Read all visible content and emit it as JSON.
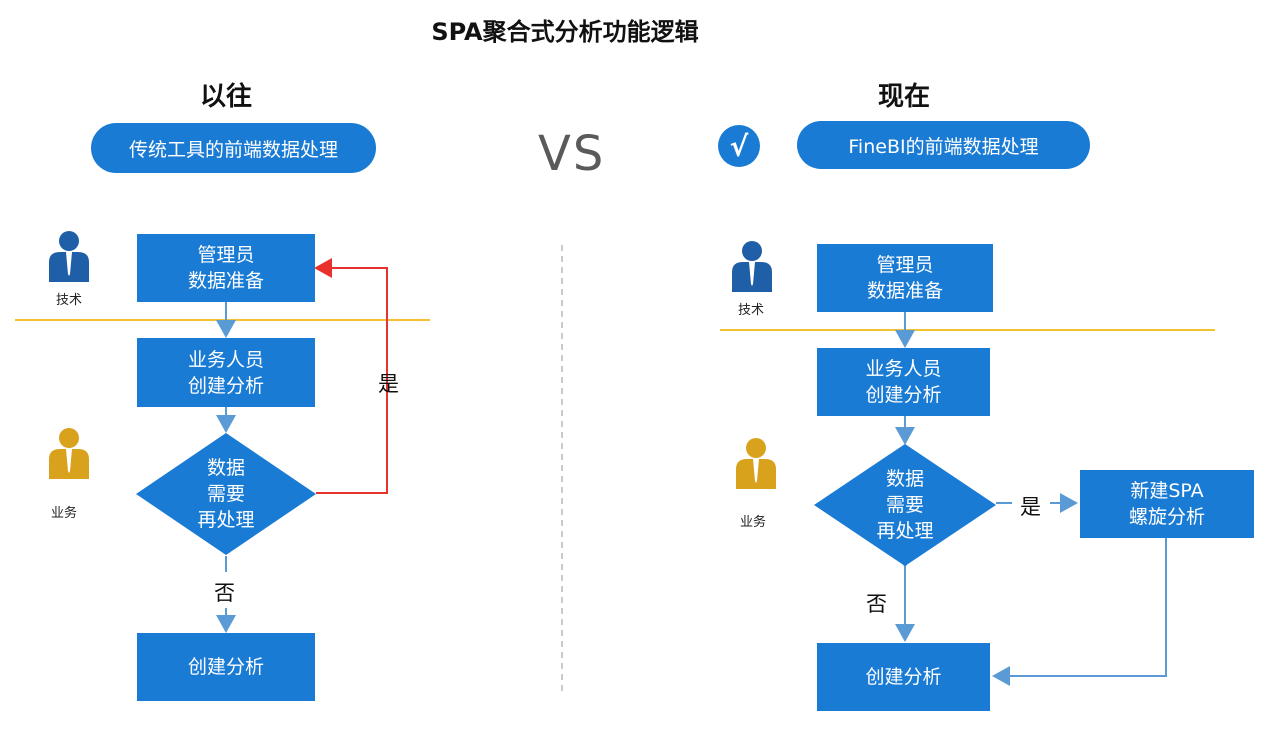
{
  "title": "SPA聚合式分析功能逻辑",
  "vs_label": "VS",
  "check_mark": "√",
  "left": {
    "heading": "以往",
    "pill": "传统工具的前端数据处理",
    "role_tech": "技术",
    "role_business": "业务",
    "box_admin": [
      "管理员",
      "数据准备"
    ],
    "box_business": [
      "业务人员",
      "创建分析"
    ],
    "diamond": [
      "数据",
      "需要",
      "再处理"
    ],
    "yes_label": "是",
    "no_label": "否",
    "box_create": "创建分析"
  },
  "right": {
    "heading": "现在",
    "pill": "FineBI的前端数据处理",
    "role_tech": "技术",
    "role_business": "业务",
    "box_admin": [
      "管理员",
      "数据准备"
    ],
    "box_business": [
      "业务人员",
      "创建分析"
    ],
    "diamond": [
      "数据",
      "需要",
      "再处理"
    ],
    "yes_label": "是",
    "no_label": "否",
    "box_spa": [
      "新建SPA",
      "螺旋分析"
    ],
    "box_create": "创建分析"
  },
  "colors": {
    "primary_blue": "#1a7bd4",
    "tech_person": "#1f5fa8",
    "business_person": "#d9a21c",
    "divider_yellow": "#f2c230",
    "loop_red": "#e8302d",
    "arrow_blue": "#5b9bd5"
  }
}
